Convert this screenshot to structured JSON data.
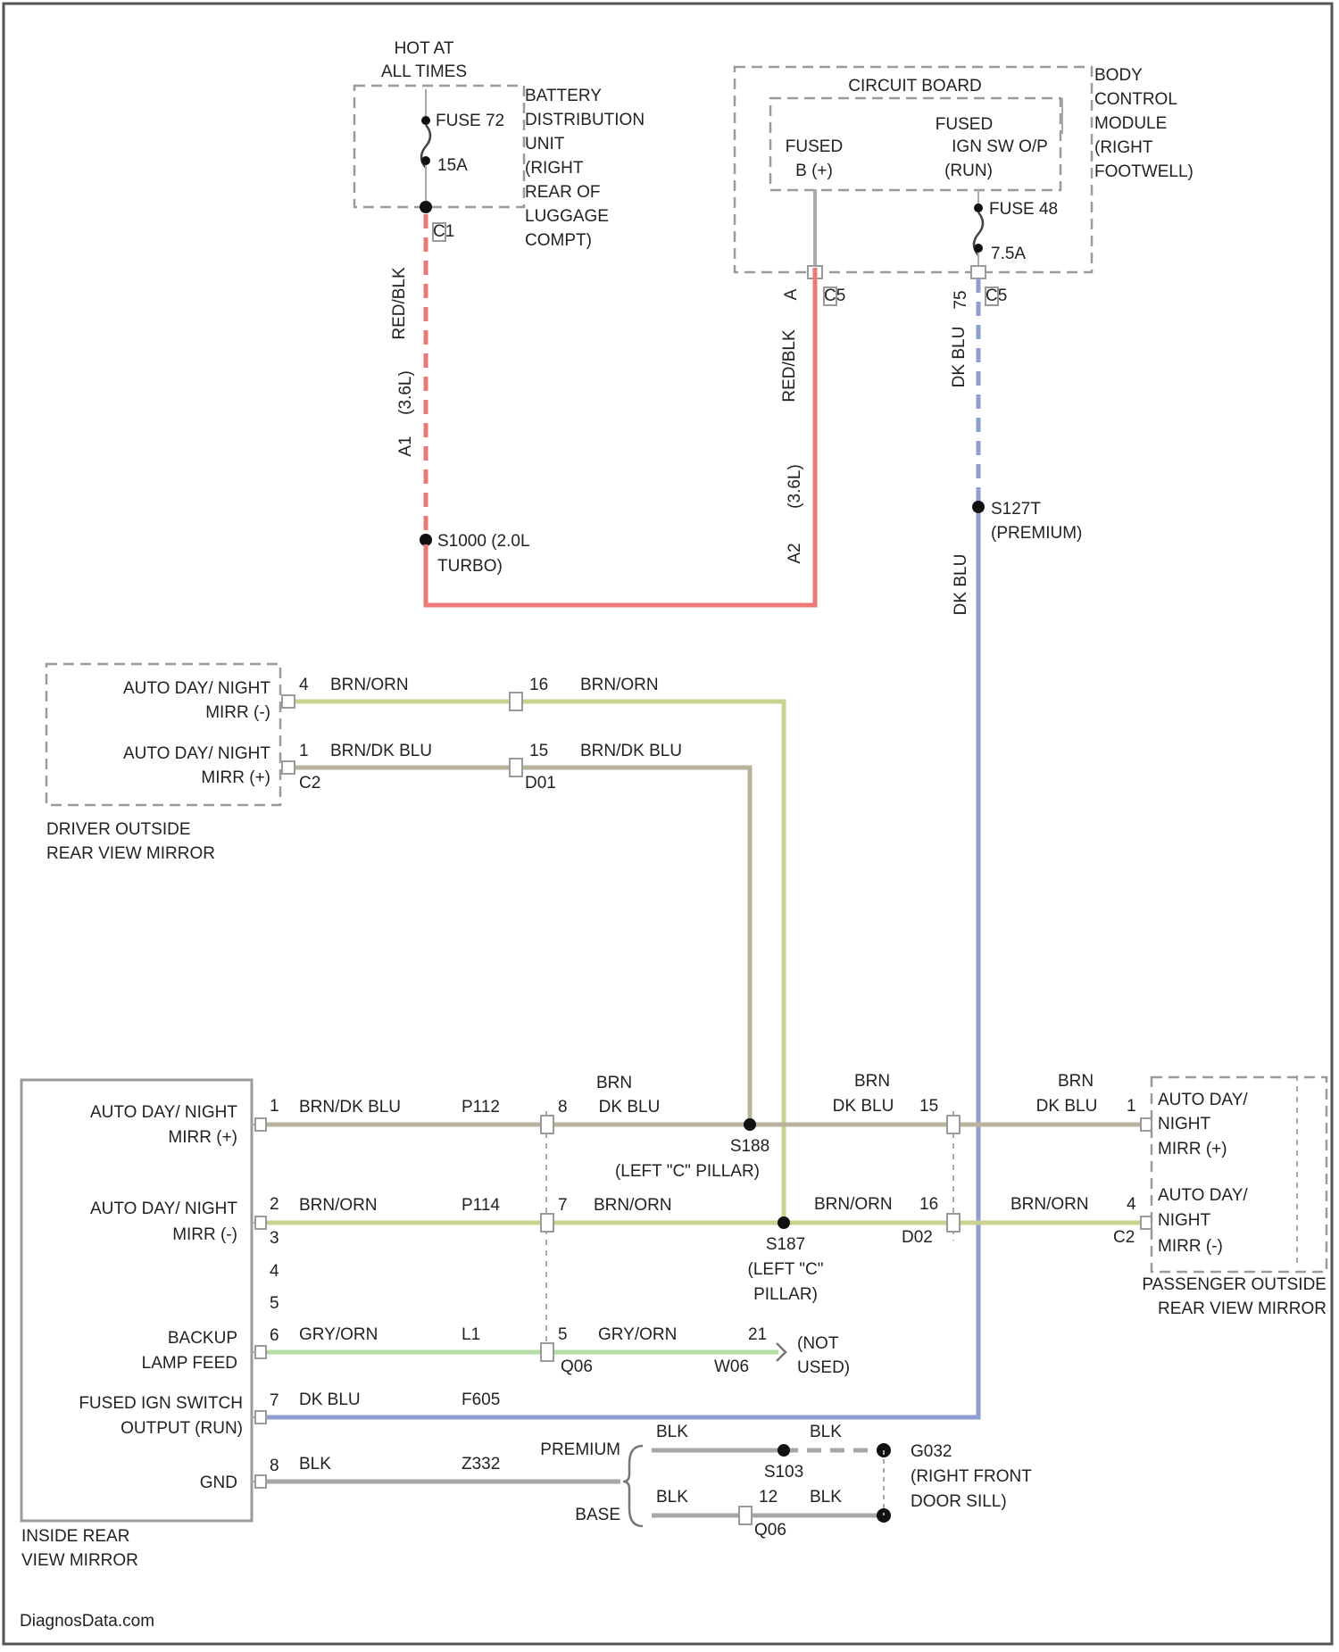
{
  "colors": {
    "red": "#ee7777",
    "blue": "#8e9ed2",
    "yellow_green": "#c9d28f",
    "green": "#b6dca6",
    "gray_tan": "#b9b39c",
    "gray": "#a7a7a7"
  },
  "battery_unit": {
    "hot_line1": "HOT AT",
    "hot_line2": "ALL TIMES",
    "fuse_label": "FUSE 72",
    "amp_label": "15A",
    "name_lines": [
      "BATTERY",
      "DISTRIBUTION",
      "UNIT",
      "(RIGHT",
      "REAR OF",
      "LUGGAGE",
      "COMPT)"
    ],
    "pin": "C1"
  },
  "bcm": {
    "board_label": "CIRCUIT BOARD",
    "fused_b_line1": "FUSED",
    "fused_b_line2": "B (+)",
    "fused_ign_line1": "FUSED",
    "fused_ign_line2": "IGN SW O/P",
    "fused_ign_line3": "(RUN)",
    "fuse_label": "FUSE 48",
    "amp_label": "7.5A",
    "name_lines": [
      "BODY",
      "CONTROL",
      "MODULE",
      "(RIGHT",
      "FOOTWELL)"
    ],
    "pin_left": "C5",
    "pin_right": "C5",
    "pin_right_num": "75"
  },
  "red_wires": {
    "left_color": "RED/BLK",
    "left_circuit": "(3.6L)",
    "left_circuit_code": "A1",
    "right_pin": "A",
    "right_color": "RED/BLK",
    "right_circuit": "(3.6L)",
    "right_circuit_code": "A2",
    "splice_line1": "S1000 (2.0L",
    "splice_line2": "TURBO)"
  },
  "blue_wire": {
    "upper_color": "DK BLU",
    "splice_line1": "S127T",
    "splice_line2": "(PREMIUM)",
    "lower_color": "DK BLU"
  },
  "driver_mirror": {
    "item1_line1": "AUTO DAY/ NIGHT",
    "item1_line2": "MIRR (-)",
    "item2_line1": "AUTO DAY/ NIGHT",
    "item2_line2": "MIRR (+)",
    "connector": "C2",
    "name_line1": "DRIVER OUTSIDE",
    "name_line2": "REAR VIEW MIRROR",
    "pin_a": "4",
    "wire_a": "BRN/ORN",
    "pin_b": "1",
    "wire_b": "BRN/DK BLU",
    "cpin_a": "16",
    "cwire_a": "BRN/ORN",
    "cpin_b": "15",
    "cwire_b": "BRN/DK BLU",
    "cconn": "D01"
  },
  "inside_mirror": {
    "pin1_line1": "AUTO DAY/ NIGHT",
    "pin1_line2": "MIRR (+)",
    "pin2_line1": "AUTO DAY/ NIGHT",
    "pin2_line2": "MIRR (-)",
    "backup_line1": "BACKUP",
    "backup_line2": "LAMP FEED",
    "fused_line1": "FUSED IGN SWITCH",
    "fused_line2": "OUTPUT (RUN)",
    "gnd": "GND",
    "name_line1": "INSIDE REAR",
    "name_line2": "VIEW MIRROR",
    "pins": [
      "1",
      "2",
      "3",
      "4",
      "5",
      "6",
      "7",
      "8"
    ]
  },
  "rows": {
    "r1_color": "BRN/DK BLU",
    "r1_circuit": "P112",
    "r1_pin_mid": "8",
    "r1_mid_line1": "BRN",
    "r1_mid_line2": "DK BLU",
    "r1_right_line1": "BRN",
    "r1_right_line2": "DK BLU",
    "r1_right_pin": "15",
    "r1_far_line1": "BRN",
    "r1_far_line2": "DK BLU",
    "r1_far_pin": "1",
    "r2_color": "BRN/ORN",
    "r2_circuit": "P114",
    "r2_pin_mid": "7",
    "r2_mid_color": "BRN/ORN",
    "r2_right_color": "BRN/ORN",
    "r2_right_pin": "16",
    "r2_right_conn": "D02",
    "r2_far_color": "BRN/ORN",
    "r2_far_pin": "4",
    "r2_far_conn": "C2",
    "r6_color": "GRY/ORN",
    "r6_circuit": "L1",
    "r6_pin_mid": "5",
    "r6_mid_color": "GRY/ORN",
    "r6_conn_left": "Q06",
    "r6_conn_right": "W06",
    "r6_pin_right": "21",
    "not_used_line1": "(NOT",
    "not_used_line2": "USED)",
    "r7_color": "DK BLU",
    "r7_circuit": "F605",
    "r8_color": "BLK",
    "r8_circuit": "Z332"
  },
  "splices": {
    "s188_label": "S188",
    "s188_loc": "(LEFT \"C\" PILLAR)",
    "s187_label": "S187",
    "s187_loc_line1": "(LEFT \"C\"",
    "s187_loc_line2": "PILLAR)"
  },
  "passenger_mirror": {
    "item1_line1": "AUTO DAY/",
    "item1_line2": "NIGHT",
    "item1_line3": "MIRR (+)",
    "item2_line1": "AUTO DAY/",
    "item2_line2": "NIGHT",
    "item2_line3": "MIRR (-)",
    "name_line1": "PASSENGER OUTSIDE",
    "name_line2": "REAR VIEW MIRROR"
  },
  "ground": {
    "premium": "PREMIUM",
    "base": "BASE",
    "blk_a": "BLK",
    "blk_b": "BLK",
    "blk_c": "BLK",
    "blk_d": "BLK",
    "s103": "S103",
    "pin12": "12",
    "q06": "Q06",
    "g_line1": "G032",
    "g_line2": "(RIGHT FRONT",
    "g_line3": "DOOR SILL)"
  },
  "watermark": "DiagnosData.com"
}
